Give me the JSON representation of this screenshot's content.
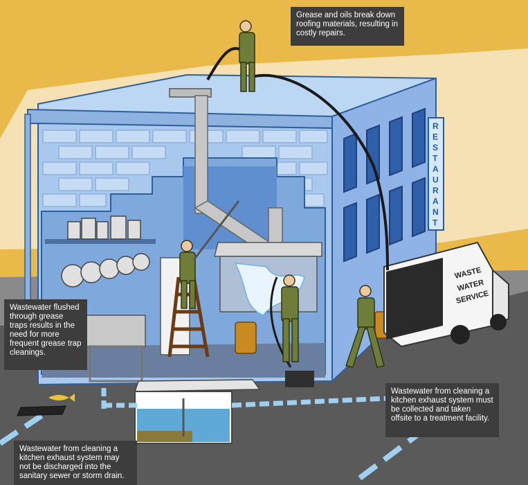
{
  "callouts": {
    "roof": "Grease and oils break down roofing materials, resulting in costly repairs.",
    "trap": "Wastewater flushed through grease traps results in the need for more frequent grease trap cleanings.",
    "collect": "Wastewater from cleaning a kitchen exhaust system must be collected and taken offsite to a treatment facility.",
    "discharge": "Wastewater from cleaning a kitchen exhaust system may not be discharged into the sanitary sewer or storm drain."
  },
  "sign": {
    "letters": [
      "R",
      "E",
      "S",
      "T",
      "A",
      "U",
      "R",
      "A",
      "N",
      "T"
    ]
  },
  "truck": {
    "line1": "WASTE",
    "line2": "WATER",
    "line3": "SERVICE"
  },
  "colors": {
    "background": "#e9b94a",
    "building": "#a9c8ee",
    "callout": "#3d3d3d",
    "street": "#5a5a5a",
    "worker": "#6f7d3a",
    "drum": "#c98a22"
  }
}
